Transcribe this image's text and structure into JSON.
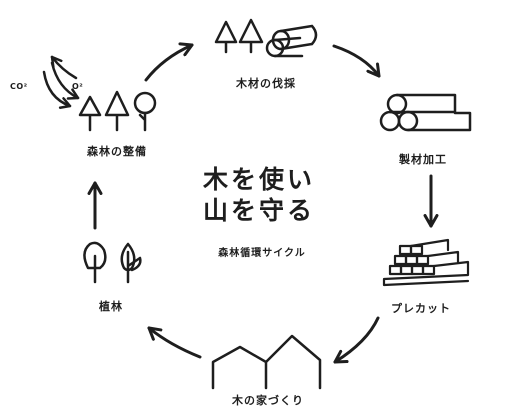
{
  "center": {
    "title_line1": "木を使い",
    "title_line2": "山を守る",
    "subtitle": "森林循環サイクル"
  },
  "stages": {
    "harvest": "木材の伐採",
    "processing": "製材加工",
    "precut": "プレカット",
    "house_building": "木の家づくり",
    "planting": "植林",
    "forest_maintenance": "森林の整備"
  },
  "gas_labels": {
    "co2": "CO²",
    "o2": "O²"
  }
}
